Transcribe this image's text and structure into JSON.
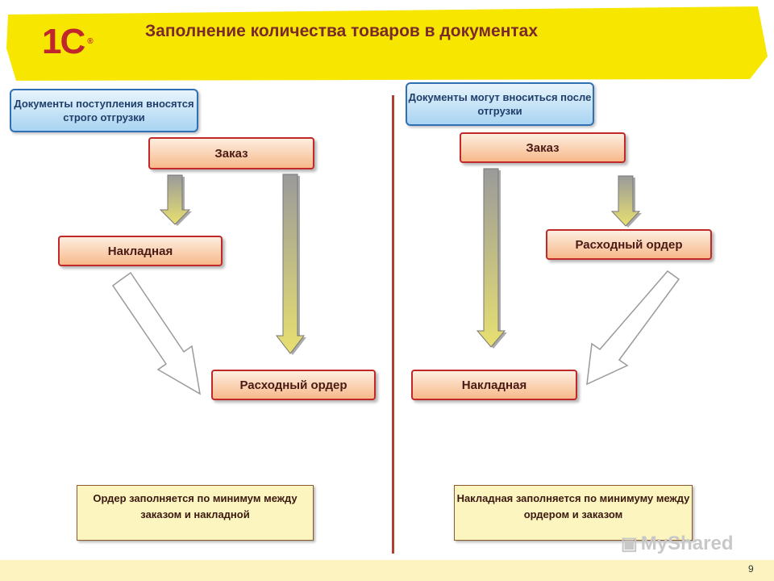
{
  "title": "Заполнение количества товаров в документах",
  "logo": {
    "text": "1С",
    "mark": "®"
  },
  "left": {
    "note": "Документы поступления вносятся строго отгрузки",
    "order": "Заказ",
    "invoice": "Накладная",
    "expense_order": "Расходный ордер",
    "rule": "Ордер заполняется по минимум между заказом и накладной"
  },
  "right": {
    "note": "Документы могут вноситься после отгрузки",
    "order": "Заказ",
    "expense_order": "Расходный ордер",
    "invoice": "Накладная",
    "rule": "Накладная заполняется по минимуму между ордером и заказом"
  },
  "watermark": "MyShared",
  "page_number": "9",
  "colors": {
    "header_band": "#f7e600",
    "doc_border": "#c0282a",
    "note_border": "#2f6fb3",
    "divider": "#b04030"
  }
}
